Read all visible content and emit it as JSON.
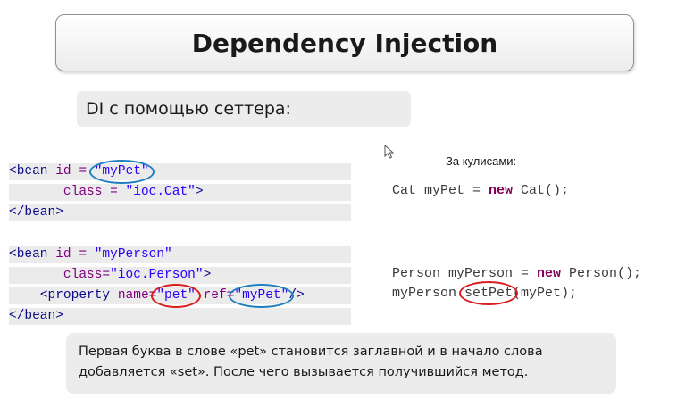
{
  "title": "Dependency Injection",
  "subtitle": "DI с помощью сеттера:",
  "xml": {
    "bean1": {
      "open": "<bean",
      "id_attr": " id = ",
      "id_val": "\"myPet\"",
      "class_attr": "class = ",
      "class_val": "\"ioc.Cat\"",
      "gt": ">",
      "close": "</bean>"
    },
    "bean2": {
      "open": "<bean",
      "id_attr": " id = ",
      "id_val": "\"myPerson\"",
      "class_attr": "class=",
      "class_val": "\"ioc.Person\"",
      "gt": ">",
      "property_open": "<property",
      "name_attr": " name=",
      "name_val": "\"pet\"",
      "ref_attr": " ref=",
      "ref_val": "\"myPet\"",
      "property_close": "/>",
      "close": "</bean>"
    }
  },
  "behind": {
    "label": "За кулисами:",
    "line1_type": "Cat myPet = ",
    "line1_new": "new",
    "line1_rest": " Cat();",
    "line2_type": "Person myPerson = ",
    "line2_new": "new",
    "line2_rest": " Person();",
    "line3_obj": "myPerson.",
    "line3_method": "setPet",
    "line3_rest": "(myPet);"
  },
  "note": {
    "line1": "Первая буква в слове «pet» становится заглавной и в начало слова",
    "line2": "добавляется «set». После чего вызывается получившийся метод."
  },
  "colors": {
    "oval_blue": "#1f7fbf",
    "oval_red": "#d81e1e"
  },
  "icons": {
    "cursor": "mouse-pointer-icon"
  }
}
